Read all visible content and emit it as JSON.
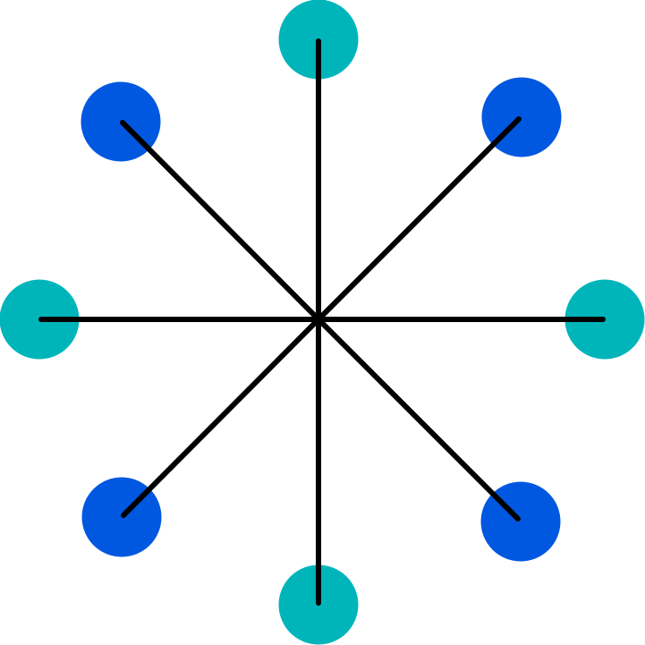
{
  "diagram": {
    "type": "radial-network",
    "node_count": 8,
    "colors": {
      "teal_node": "#00B5BA",
      "blue_node": "#0057E0",
      "spoke": "#000000",
      "background": "#FFFFFF"
    },
    "nodes": [
      {
        "id": "top",
        "color_key": "teal_node"
      },
      {
        "id": "top-right",
        "color_key": "blue_node"
      },
      {
        "id": "right",
        "color_key": "teal_node"
      },
      {
        "id": "bottom-right",
        "color_key": "blue_node"
      },
      {
        "id": "bottom",
        "color_key": "teal_node"
      },
      {
        "id": "bottom-left",
        "color_key": "blue_node"
      },
      {
        "id": "left",
        "color_key": "teal_node"
      },
      {
        "id": "top-left",
        "color_key": "blue_node"
      }
    ]
  }
}
